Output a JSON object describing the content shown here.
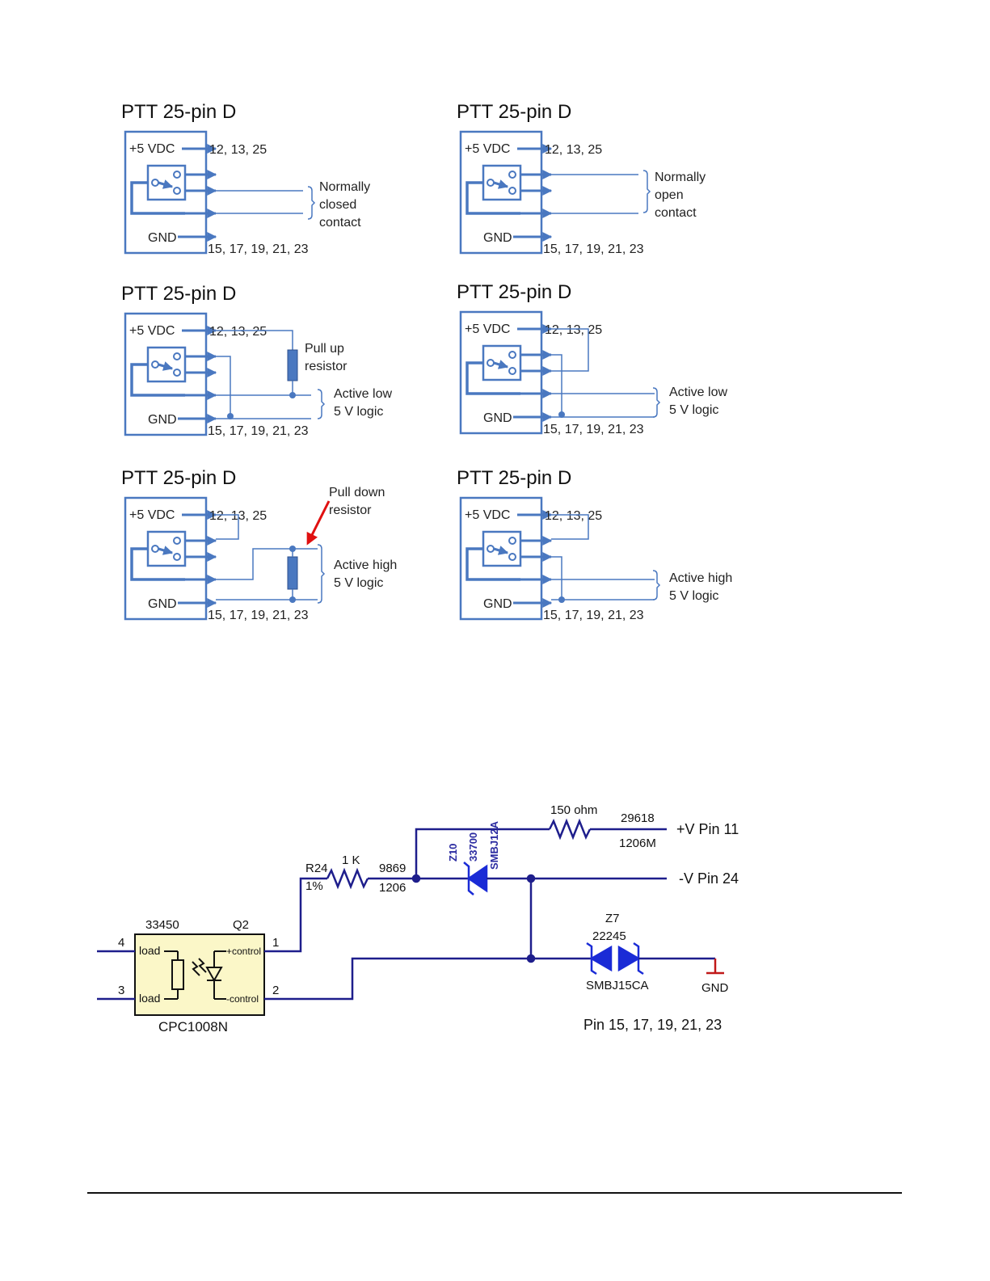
{
  "panels": [
    {
      "title": "PTT 25-pin D",
      "supply": "+5 VDC",
      "gnd": "GND",
      "pins_top": "12, 13, 25",
      "pins_bottom": "15, 17, 19, 21, 23",
      "note": [
        "Normally",
        "closed",
        "contact"
      ]
    },
    {
      "title": "PTT 25-pin D",
      "supply": "+5 VDC",
      "gnd": "GND",
      "pins_top": "12, 13, 25",
      "pins_bottom": "15, 17, 19, 21, 23",
      "note": [
        "Normally",
        "open",
        "contact"
      ]
    },
    {
      "title": "PTT 25-pin D",
      "supply": "+5 VDC",
      "gnd": "GND",
      "pins_top": "12, 13, 25",
      "pins_bottom": "15, 17, 19, 21, 23",
      "resistor": [
        "Pull up",
        "resistor"
      ],
      "note": [
        "Active low",
        "5 V logic"
      ]
    },
    {
      "title": "PTT 25-pin D",
      "supply": "+5 VDC",
      "gnd": "GND",
      "pins_top": "12, 13, 25",
      "pins_bottom": "15, 17, 19, 21, 23",
      "note": [
        "Active low",
        "5 V logic"
      ]
    },
    {
      "title": "PTT 25-pin D",
      "supply": "+5 VDC",
      "gnd": "GND",
      "pins_top": "12, 13, 25",
      "pins_bottom": "15, 17, 19, 21, 23",
      "resistor": [
        "Pull down",
        "resistor"
      ],
      "note": [
        "Active high",
        "5 V logic"
      ]
    },
    {
      "title": "PTT 25-pin D",
      "supply": "+5 VDC",
      "gnd": "GND",
      "pins_top": "12, 13, 25",
      "pins_bottom": "15, 17, 19, 21, 23",
      "note": [
        "Active high",
        "5 V logic"
      ]
    }
  ],
  "schematic": {
    "q2": {
      "ref": "Q2",
      "part_no": "33450",
      "name": "CPC1008N",
      "pin4": "4",
      "pin3": "3",
      "pin1": "1",
      "pin2": "2",
      "load_top": "load",
      "load_bottom": "load",
      "ctrl_plus": "+control",
      "ctrl_minus": "-control"
    },
    "r24": {
      "ref": "R24",
      "value": "1 K",
      "tol": "1%",
      "part_no": "9869",
      "package": "1206"
    },
    "r_150": {
      "value": "150 ohm",
      "part_no": "29618",
      "package": "1206M"
    },
    "z10": {
      "ref": "Z10",
      "part_no": "33700",
      "type": "SMBJ12A"
    },
    "z7": {
      "ref": "Z7",
      "part_no": "22245",
      "type": "SMBJ15CA"
    },
    "vplus": "+V Pin 11",
    "vminus": "-V Pin 24",
    "gnd": "GND",
    "gnd_pins": "Pin 15, 17, 19, 21, 23"
  },
  "colors": {
    "panel_blue": "#4a78c0",
    "schematic_wire": "#1e1e8c",
    "diode_blue": "#1a2bd6",
    "q2_fill": "#fbf7c8",
    "arrow_red": "#e01010",
    "gnd_red": "#c01818"
  }
}
